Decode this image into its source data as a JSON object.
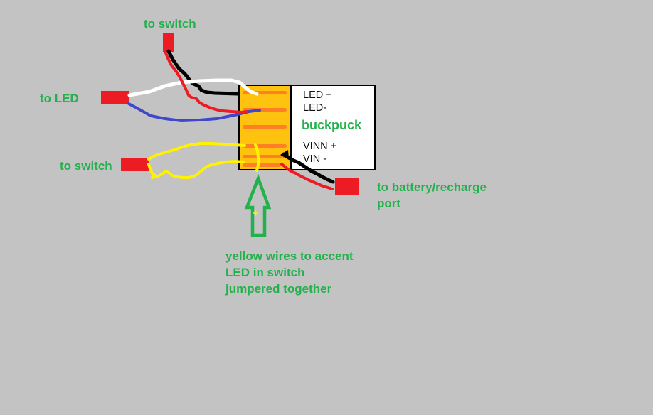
{
  "diagram": {
    "labels": {
      "switch_top": "to switch",
      "led": "to LED",
      "switch_left": "to switch",
      "battery_line1": "to battery/recharge",
      "battery_line2": "port",
      "note_line1": "yellow wires to accent",
      "note_line2": "LED in switch",
      "note_line3": "jumpered together"
    },
    "buckpuck": {
      "name": "buckpuck",
      "pins": [
        "LED +",
        "LED-",
        "VINN +",
        "VIN -"
      ]
    },
    "colors": {
      "background": "#c3c3c3",
      "annotation_green": "#22b14c",
      "connector_red": "#ed1c24",
      "module_body_gold": "#ffc20e",
      "terminal_orange": "#ff7f27",
      "wire_white": "#ffffff",
      "wire_black": "#000000",
      "wire_red": "#ed1c24",
      "wire_blue": "#3f48cc",
      "wire_yellow": "#fff200"
    }
  }
}
